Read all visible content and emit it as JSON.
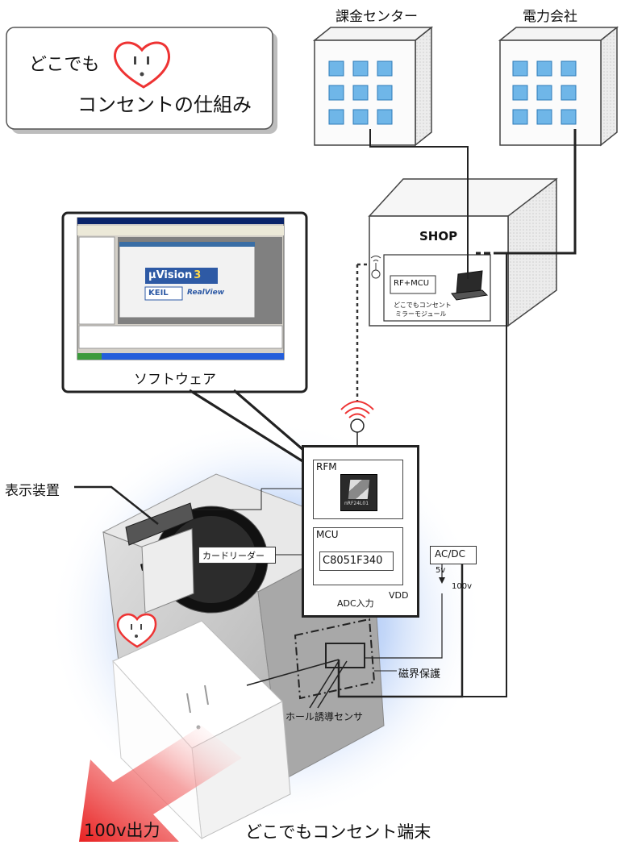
{
  "title_box": {
    "line1": "どこでも",
    "line2": "コンセントの仕組み"
  },
  "buildings": {
    "billing_center": "課金センター",
    "power_company": "電力会社",
    "shop": "SHOP"
  },
  "mirror_module": {
    "rf_mcu": "RF+MCU",
    "caption_line1": "どこでもコンセント",
    "caption_line2": "ミラーモジュール"
  },
  "software": {
    "label": "ソフトウェア",
    "brand_uvision": "µVision",
    "brand_version": "3",
    "brand_keil": "KEIL",
    "brand_realview": "RealView"
  },
  "module": {
    "rfm_label": "RFM",
    "chip_label": "nRF24L01",
    "mcu_label": "MCU",
    "mcu_part": "C8051F340",
    "adc_label": "ADC入力",
    "vdd_label": "VDD"
  },
  "acdc": {
    "label": "AC/DC",
    "v5": "5v",
    "v100": "100v"
  },
  "labels": {
    "display": "表示装置",
    "card_reader": "カードリーダー",
    "magnetic": "磁界保護",
    "hall_sensor": "ホール誘導センサ",
    "output": "100v出力",
    "terminal": "どこでもコンセント端末"
  }
}
